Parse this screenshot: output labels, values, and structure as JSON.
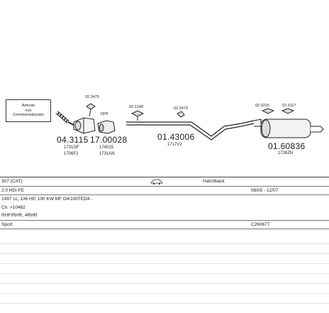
{
  "note": {
    "lines": [
      "Articolo",
      "non",
      "Commercializzato"
    ]
  },
  "parts": [
    {
      "number": "04.3115",
      "subs": [
        "1731GF",
        "1706F2"
      ]
    },
    {
      "number": "17.00028",
      "subs": [
        "174015",
        "1731AN"
      ]
    },
    {
      "number": "01.43006",
      "subs": [
        "1717V2"
      ]
    },
    {
      "number": "01.60836",
      "subs": [
        "1726ZN"
      ]
    }
  ],
  "labels": {
    "dpf": "DPF",
    "clamp_a": "02.3475",
    "clamp_b": "02.1248",
    "clamp_c": "02.3473",
    "clamp_d": "02.3216",
    "clamp_e": "02.3117"
  },
  "info": {
    "model": "307 (CAT)",
    "body_type": "Hatchback",
    "engine": "2.0 HDi FE",
    "date_range": "06/05 - 12/07",
    "engine_spec": "1997 cc, 136 HP, 100 KW MF D4/100TED4 -",
    "chassis": "Ch. >10482",
    "codes": "RHF/RHR, 4RHR",
    "variant": "Sport",
    "catalog_code": "C260677"
  }
}
